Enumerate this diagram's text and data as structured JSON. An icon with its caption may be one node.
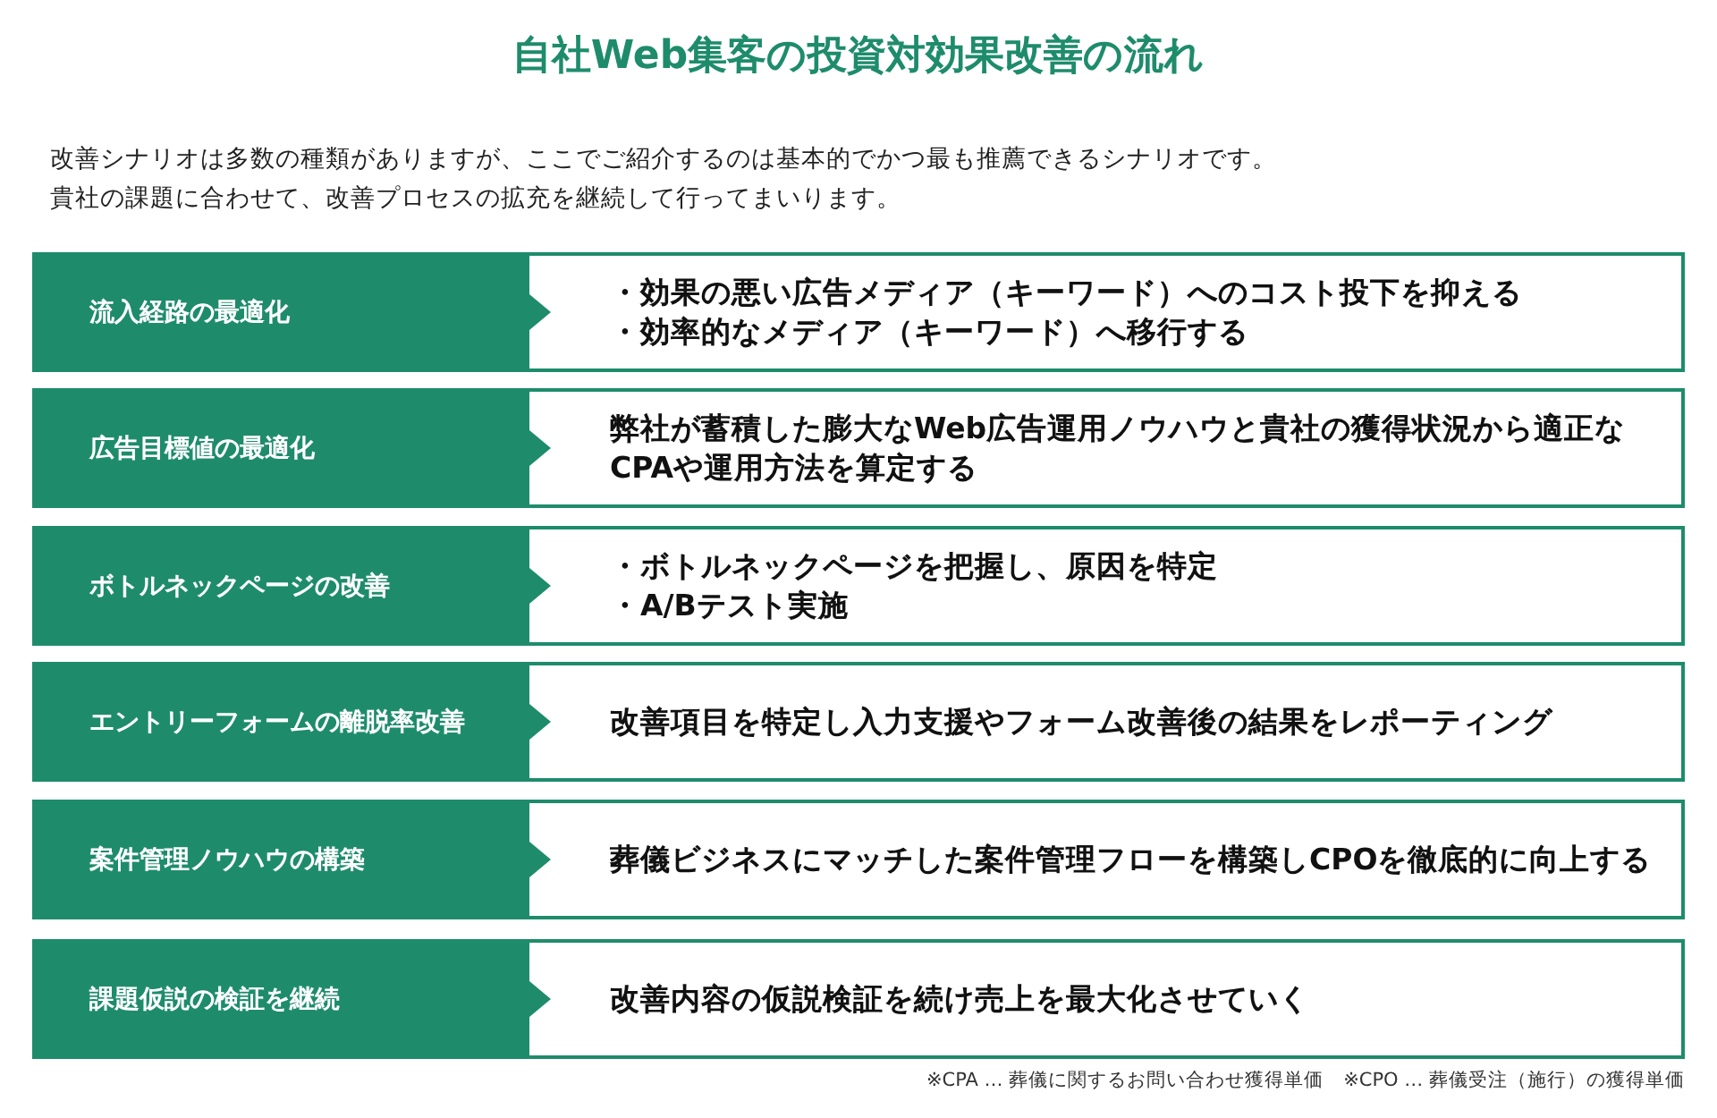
{
  "diagram": {
    "title": "自社Web集客の投資対効果改善の流れ",
    "nodes": [
      {
        "text": [
          "流入経路の最適化"
        ]
      },
      {
        "text": [
          "・効果の悪い広告メディア（キーワード）へのコスト投下を抑える",
          "・効率的なメディア（キーワード）へ移行する"
        ]
      },
      {
        "text": [
          "広告目標値の最適化"
        ]
      },
      {
        "text": [
          "弊社が蓄積した膨大なWeb広告運用ノウハウと貴社の獲得状況から適正なCPAや運用方法を算定する"
        ]
      },
      {
        "text": [
          "ボトルネックページの改善"
        ]
      },
      {
        "text": [
          "・ボトルネックページを把握し、原因を特定",
          "・A/Bテスト実施"
        ]
      },
      {
        "text": [
          "エントリーフォームの離脱率改善"
        ]
      },
      {
        "text": [
          "改善項目を特定し入力支援やフォーム改善後の結果をレポーティング"
        ]
      },
      {
        "text": [
          "案件管理ノウハウの構築"
        ]
      },
      {
        "text": [
          "葬儀ビジネスにマッチした案件管理フローを構築しCPOを徹底的に向上する"
        ]
      },
      {
        "text": [
          "課題仮説の検証を継続"
        ]
      },
      {
        "text": [
          "改善内容の仮説検証を続け売上を最大化させていく"
        ]
      }
    ],
    "labels": [
      "改善シナリオは多数の種類がありますが、ここでご紹介するのは基本的でかつ最も推薦できるシナリオです。",
      "貴社の課題に合わせて、改善プロセスの拡充を継続して行ってまいります。",
      "※CPA … 葬儀に関するお問い合わせ獲得単価　※CPO … 葬儀受注（施行）の獲得単価"
    ]
  }
}
